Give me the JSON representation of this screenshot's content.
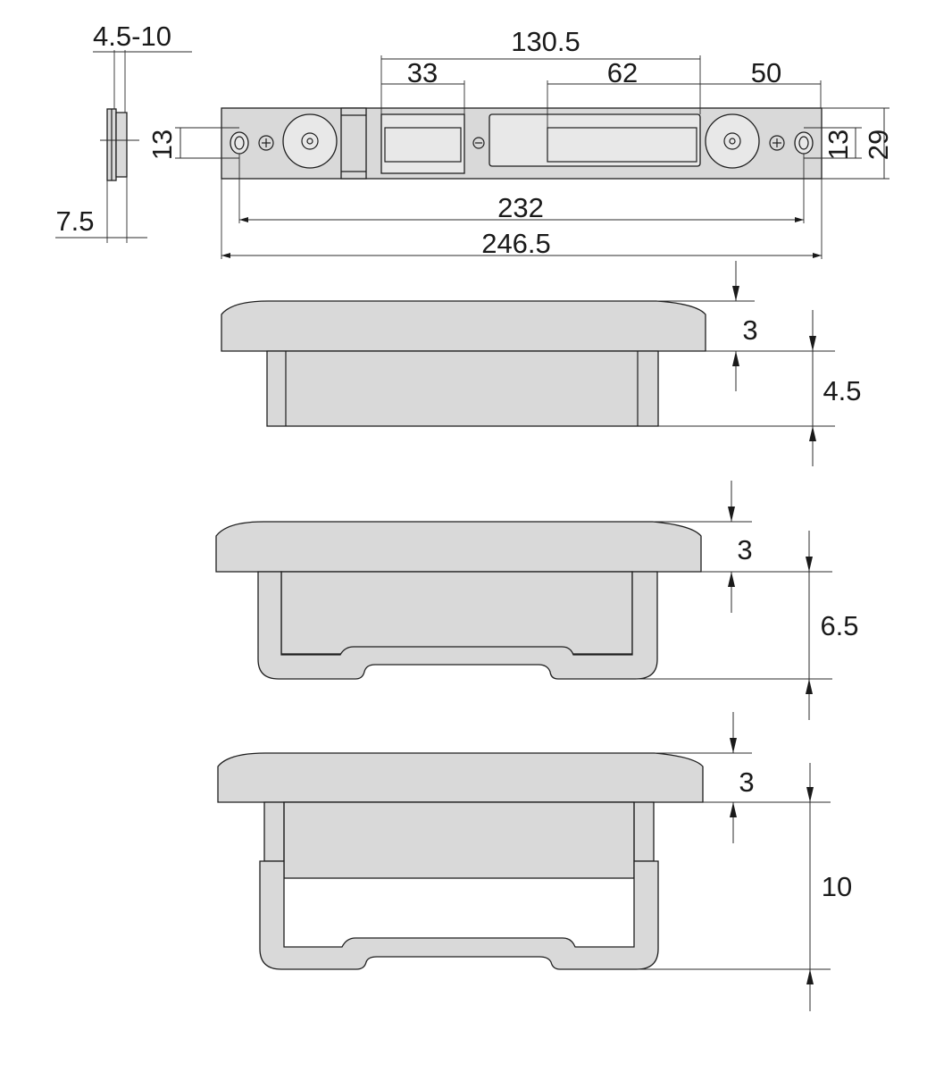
{
  "colors": {
    "part_fill": "#d9d9d9",
    "part_light": "#e8e8e8",
    "line": "#1e1e1e",
    "text": "#1a1a1a"
  },
  "top_view": {
    "side_thickness": "4.5-10",
    "side_depth": "7.5",
    "total_length": "130.5",
    "left_window": "33",
    "right_window": "62",
    "right_offset": "50",
    "left_height": "13",
    "right_height": "13",
    "plate_height": "29",
    "hole_distance": "232",
    "plate_length": "246.5"
  },
  "profiles": [
    {
      "plate_thickness": "3",
      "depth": "4.5"
    },
    {
      "plate_thickness": "3",
      "depth": "6.5"
    },
    {
      "plate_thickness": "3",
      "depth": "10"
    }
  ]
}
